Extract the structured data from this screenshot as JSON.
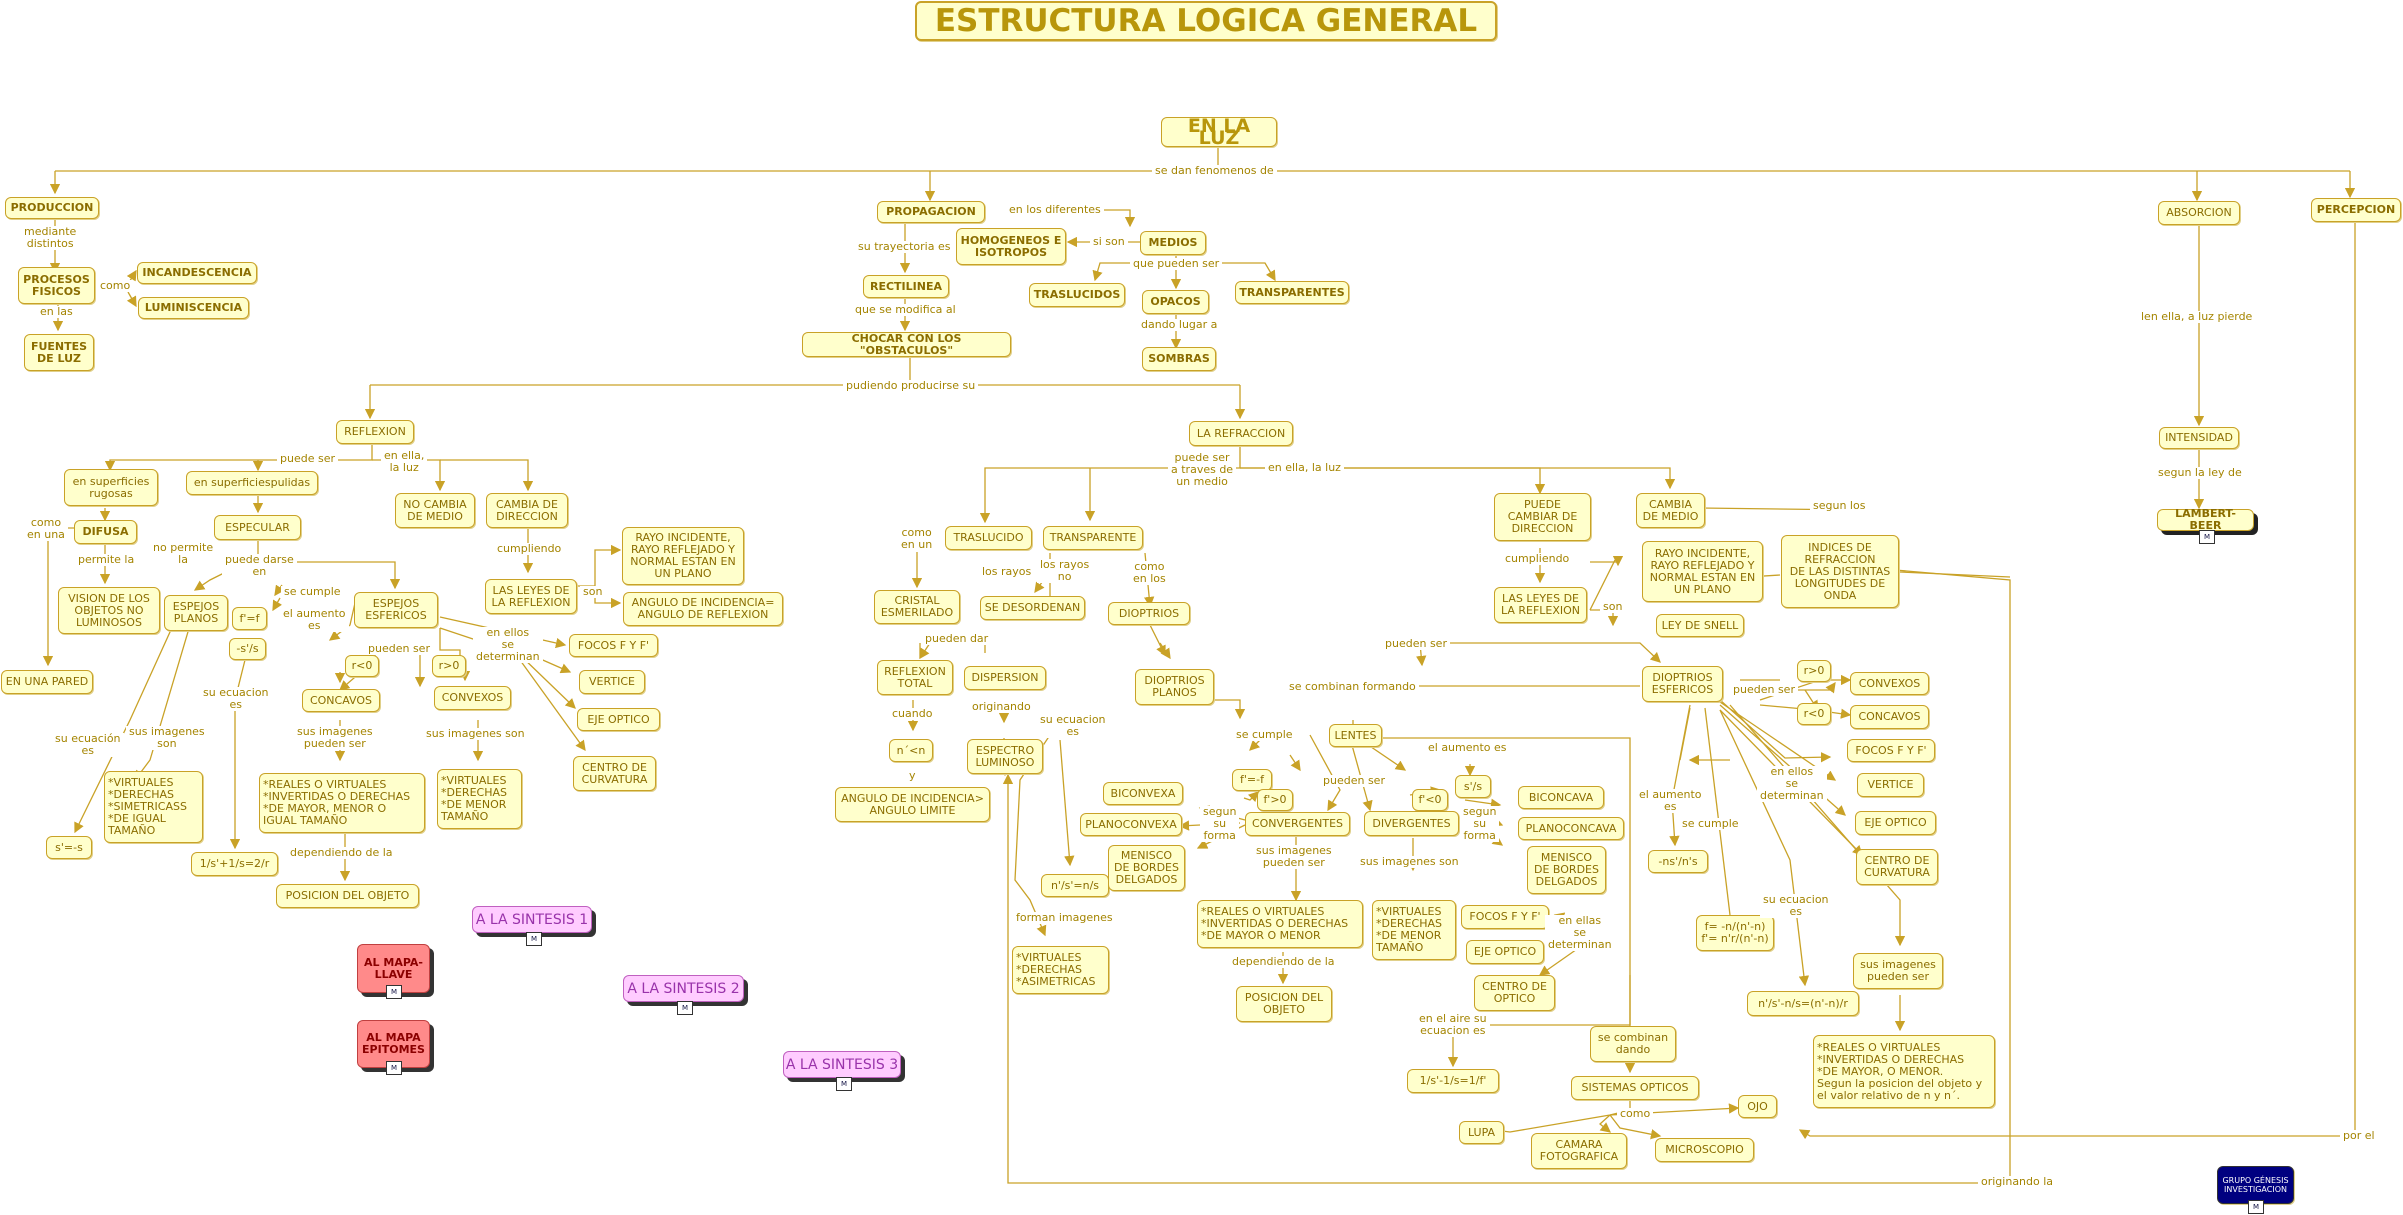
{
  "title": "ESTRUCTURA LOGICA GENERAL",
  "nodes": {
    "luz": "EN LA LUZ",
    "produccion": "PRODUCCION",
    "procesos": "PROCESOS\nFISICOS",
    "incandescencia": "INCANDESCENCIA",
    "luminiscencia": "LUMINISCENCIA",
    "fuentes": "FUENTES\nDE LUZ",
    "propagacion": "PROPAGACION",
    "medios": "MEDIOS",
    "homogeneos": "HOMOGENEOS E\nISOTROPOS",
    "rectilinea": "RECTILINEA",
    "chocar": "CHOCAR CON LOS \"OBSTACULOS\"",
    "traslucidos": "TRASLUCIDOS",
    "opacos": "OPACOS",
    "transparentes": "TRANSPARENTES",
    "sombras": "SOMBRAS",
    "absorcion": "ABSORCION",
    "percepcion": "PERCEPCION",
    "intensidad": "INTENSIDAD",
    "lambert": "LAMBERT-BEER",
    "reflexion": "REFLEXION",
    "sup_rugosas": "en superficies\nrugosas",
    "sup_pulidas": "en superficiespulidas",
    "difusa": "DIFUSA",
    "especular": "ESPECULAR",
    "vision": "VISION DE LOS\nOBJETOS NO\nLUMINOSOS",
    "pared": "EN UNA PARED",
    "no_cambia": "NO CAMBIA\nDE MEDIO",
    "cambia_dir": "CAMBIA  DE\nDIRECCION",
    "leyes_refl": "LAS LEYES DE\nLA REFLEXION",
    "rayo1": "RAYO INCIDENTE,\nRAYO REFLEJADO Y\nNORMAL ESTAN EN\nUN PLANO",
    "angulo1": "ANGULO DE INCIDENCIA=\nANGULO DE REFLEXION",
    "espejos_planos": "ESPEJOS\nPLANOS",
    "espejos_esf": "ESPEJOS\nESFERICOS",
    "fef": "f'=f",
    "s_s": "-s'/s",
    "rneg": "r<0",
    "rpos": "r>0",
    "concavos": "CONCAVOS",
    "convexos": "CONVEXOS",
    "focos1": "FOCOS F Y F'",
    "vertice1": "VERTICE",
    "eje1": "EJE OPTICO",
    "centro1": "CENTRO DE\nCURVATURA",
    "virt_planos": "*VIRTUALES\n*DERECHAS\n*SIMETRICASS\n*DE IGUAL\n  TAMAÑO",
    "s_eq": "s'=-s",
    "eq_esp": "1/s'+1/s=2/r",
    "reales1": "*REALES O VIRTUALES\n*INVERTIDAS O DERECHAS\n*DE MAYOR, MENOR O\n  IGUAL TAMAÑO",
    "posicion1": "POSICION DEL OBJETO",
    "virt_conv": "*VIRTUALES\n*DERECHAS\n*DE MENOR\n  TAMAÑO",
    "refraccion": "LA REFRACCION",
    "traslucido": "TRASLUCIDO",
    "transparente": "TRANSPARENTE",
    "cristal": "CRISTAL\nESMERILADO",
    "desordenan": "SE DESORDENAN",
    "dioptrios": "DIOPTRIOS",
    "puede_cambiar": "PUEDE\nCAMBIAR DE\nDIRECCION",
    "cambia_medio": "CAMBIA\nDE MEDIO",
    "indices": "INDICES DE\nREFRACCION\nDE LAS DISTINTAS\nLONGITUDES DE\nONDA",
    "leyes_refr": "LAS LEYES DE\nLA REFLEXION",
    "rayo2": "RAYO INCIDENTE,\nRAYO REFLEJADO Y\nNORMAL ESTAN EN\nUN PLANO",
    "snell": "LEY DE SNELL",
    "refl_total": "REFLEXION\nTOTAL",
    "dispersion": "DISPERSION",
    "diop_planos": "DIOPTRIOS\nPLANOS",
    "diop_esf": "DIOPTRIOS\nESFERICOS",
    "n_n": "n´<n",
    "angulo_lim": "ANGULO DE INCIDENCIA>\nANGULO LIMITE",
    "espectro": "ESPECTRO\nLUMINOSO",
    "nsns": "n'/s'=n/s",
    "virt_asim": "*VIRTUALES\n*DERECHAS\n*ASIMETRICAS",
    "lentes": "LENTES",
    "ff": "f'=-f",
    "fpos": "f'>0",
    "fneg": "f'<0",
    "s_s2": "s'/s",
    "convergentes": "CONVERGENTES",
    "divergentes": "DIVERGENTES",
    "biconvexa": "BICONVEXA",
    "planoconvexa": "PLANOCONVEXA",
    "menisco1": "MENISCO\nDE BORDES\nDELGADOS",
    "bicoincava": "BICONCAVA",
    "planoconcava": "PLANOCONCAVA",
    "menisco2": "MENISCO\nDE BORDES\nDELGADOS",
    "reales2": "*REALES O VIRTUALES\n*INVERTIDAS O DERECHAS\n*DE MAYOR O MENOR",
    "posicion2": "POSICION DEL\nOBJETO",
    "virt_div": "*VIRTUALES\n*DERECHAS\n*DE MENOR\n  TAMAÑO",
    "focos2": "FOCOS F Y F'",
    "eje2": "EJE OPTICO",
    "centro2": "CENTRO DE\nOPTICO",
    "eq_lente": "1/s'-1/s=1/f'",
    "se_combinan": "se combinan\ndando",
    "sistemas": "SISTEMAS OPTICOS",
    "ojo": "OJO",
    "lupa": "LUPA",
    "camara": "CAMARA\nFOTOGRAFICA",
    "microscopio": "MICROSCOPIO",
    "rpos2": "r>0",
    "rneg2": "r<0",
    "convexos2": "CONVEXOS",
    "concavos2": "CONCAVOS",
    "focos3": "FOCOS F Y F'",
    "vertice3": "VERTICE",
    "eje3": "EJE OPTICO",
    "centro3": "CENTRO DE\nCURVATURA",
    "nsrs": "-ns'/n's",
    "f_eq": "f= -n/(n'-n)\nf'= n'r/(n'-n)",
    "eq_diop": "n'/s'-n/s=(n'-n)/r",
    "imagenes": "sus imagenes\npueden ser",
    "reales3": "*REALES O VIRTUALES\n*INVERTIDAS O DERECHAS\n*DE MAYOR, O MENOR.\nSegun la posicion del objeto y\nel valor relativo de n y n´."
  },
  "labels": {
    "l1": "se dan fenomenos de",
    "l2": "mediante\ndistintos",
    "l3": "como",
    "l4": "en las",
    "l5": "en los diferentes",
    "l6": "si son",
    "l7": "su trayectoria es",
    "l8": "que pueden ser",
    "l9": "que se modifica al",
    "l10": "dando lugar a",
    "l11": "pudiendo producirse su",
    "l12": "len ella, a luz pierde",
    "l13": "segun la ley de",
    "l14": "puede ser",
    "l15": "en ella,\nla luz",
    "l16": "como\nen una",
    "l17": "permite la",
    "l18": "no permite\nla",
    "l19": "puede darse\nen",
    "l20": "cumpliendo",
    "l21": "son",
    "l22": "se cumple",
    "l23": "el aumento\nes",
    "l24": "pueden ser",
    "l25": "en ellos\nse\ndeterminan",
    "l26": "su ecuacion\nes",
    "l27": "su ecuación\nes",
    "l28": "sus imagenes\nson",
    "l29": "sus imagenes\npueden ser",
    "l30": "dependiendo de la",
    "l31": "sus imagenes son",
    "l32": "puede ser\na traves de\nun medio",
    "l33": "en ella, la luz",
    "l34": "segun los",
    "l35": "como\nen un",
    "l36": "los rayos",
    "l37": "los rayos\nno",
    "l38": "como\nen los",
    "l39": "cumpliendo",
    "l40": "son",
    "l41": "pueden dar",
    "l42": "pueden ser",
    "l43": "cuando",
    "l44": "y",
    "l45": "originando",
    "l46": "su ecuacion\nes",
    "l47": "se combinan formando",
    "l48": "forman imagenes",
    "l49": "se cumple",
    "l50": "el aumento  es",
    "l51": "pueden ser",
    "l52": "segun\nsu\nforma",
    "l53": "segun\nsu\nforma",
    "l54": "sus imagenes\npueden ser",
    "l55": "sus imagenes son",
    "l56": "dependiendo de la",
    "l57": "en ellas\nse\ndeterminan",
    "l58": "en el aire su\necuacion es",
    "l59": "como",
    "l60": "pueden ser",
    "l61": "el aumento\nes",
    "l62": "se cumple",
    "l63": "en ellos\nse\ndeterminan",
    "l64": "su ecuacion\nes",
    "l65": "por el",
    "l66": "originando la"
  },
  "links": {
    "sintesis1": "A LA SINTESIS 1",
    "sintesis2": "A LA SINTESIS 2",
    "sintesis3": "A LA SINTESIS 3",
    "mapa_llave": "AL MAPA-\nLLAVE",
    "mapa_epitomes": "AL MAPA\nEPITOMES",
    "grupo": "GRUPO GÉNESIS\nINVESTIGACION"
  }
}
